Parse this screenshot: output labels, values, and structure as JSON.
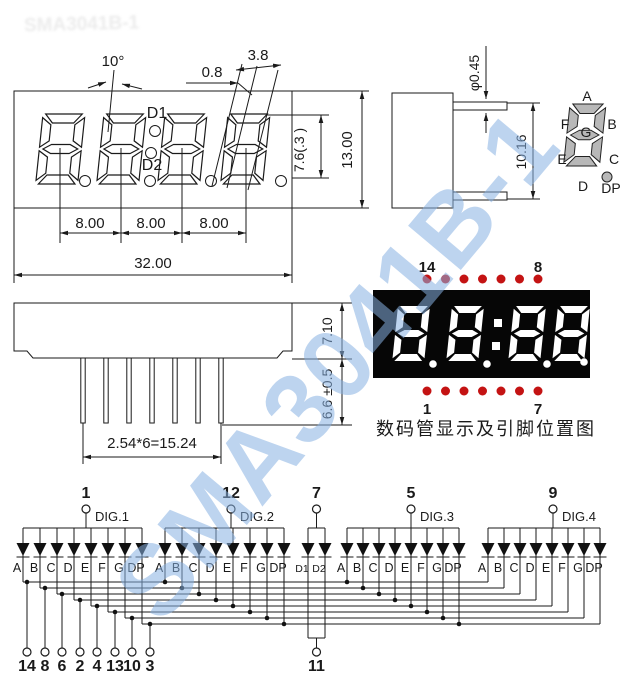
{
  "watermark": {
    "text": "SMA3041B-1",
    "color": "rgba(135,176,226,0.55)"
  },
  "faint_stamp": "SMA3041B-1",
  "front_view": {
    "angle": "10°",
    "seg_gap": "0.8",
    "seg_width": "3.8",
    "digit_height": "7.6(.3 )",
    "total_height": "13.00",
    "digit_pitch": [
      "8.00",
      "8.00",
      "8.00"
    ],
    "total_width": "32.00",
    "colon_top_label": "D1",
    "colon_bottom_label": "D2"
  },
  "side_view": {
    "lead_dia": "φ0.45",
    "depth": "10.16"
  },
  "segment_diagram": {
    "labels": [
      "A",
      "B",
      "C",
      "D",
      "E",
      "F",
      "G",
      "DP"
    ]
  },
  "bottom_view": {
    "body_height": "7.10",
    "lead_length": "6.6 ±0.5",
    "lead_pitch": "2.54*6=15.24"
  },
  "display_photo": {
    "pin_top_left": "14",
    "pin_top_right": "8",
    "pin_bottom_left": "1",
    "pin_bottom_right": "7",
    "caption": "数码管显示及引脚位置图",
    "colors": {
      "body": "#060606",
      "segments": "#ffffff",
      "pin_dots": "#c41313"
    }
  },
  "schematic": {
    "groups": [
      {
        "pin": "1",
        "label": "DIG.1",
        "segments": [
          "A",
          "B",
          "C",
          "D",
          "E",
          "F",
          "G",
          "DP"
        ]
      },
      {
        "pin": "12",
        "label": "DIG.2",
        "segments": [
          "A",
          "B",
          "C",
          "D",
          "E",
          "F",
          "G",
          "DP"
        ]
      },
      {
        "pin": "7",
        "label": "",
        "segments": [
          "D1",
          "D2"
        ]
      },
      {
        "pin": "5",
        "label": "DIG.3",
        "segments": [
          "A",
          "B",
          "C",
          "D",
          "E",
          "F",
          "G",
          "DP"
        ]
      },
      {
        "pin": "9",
        "label": "DIG.4",
        "segments": [
          "A",
          "B",
          "C",
          "D",
          "E",
          "F",
          "G",
          "DP"
        ]
      }
    ],
    "segment_pins": [
      "14",
      "8",
      "6",
      "2",
      "4",
      "13",
      "10",
      "3"
    ],
    "colon_pin": "11"
  }
}
